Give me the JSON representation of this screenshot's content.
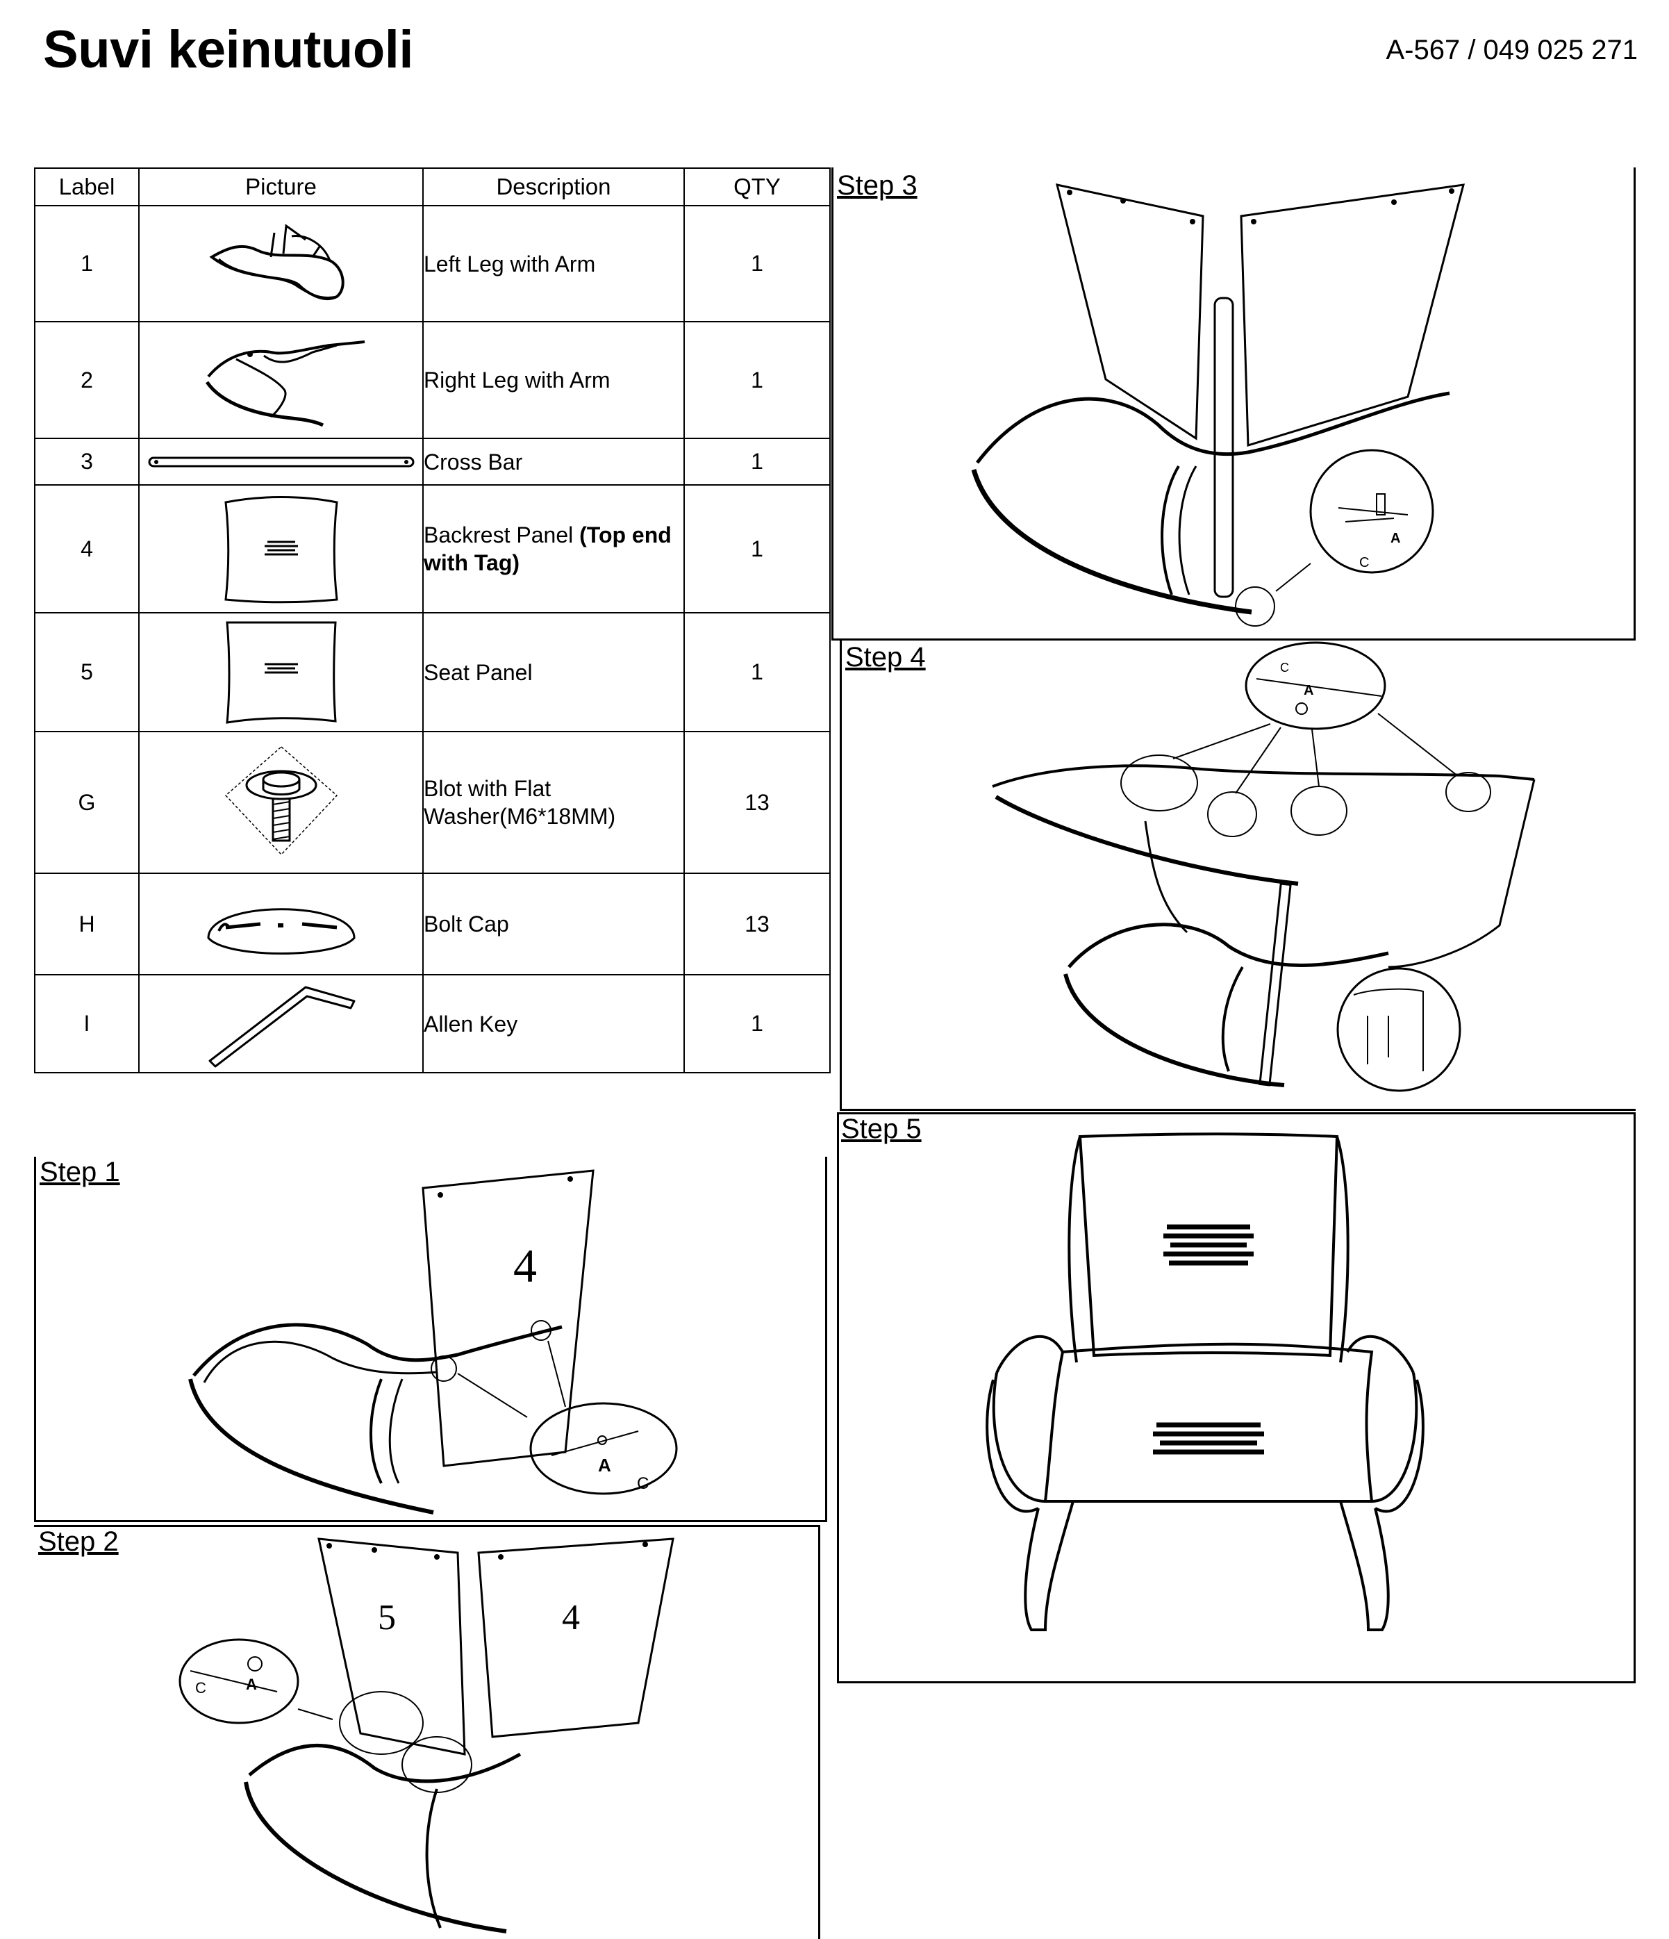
{
  "header": {
    "title": "Suvi keinutuoli",
    "doc_number": "A-567 / 049 025 271"
  },
  "parts_table": {
    "headers": {
      "label": "Label",
      "picture": "Picture",
      "description": "Description",
      "qty": "QTY"
    },
    "rows": [
      {
        "label": "1",
        "picture_icon": "left-leg-with-arm-icon",
        "description": "Left Leg with Arm",
        "qty": "1"
      },
      {
        "label": "2",
        "picture_icon": "right-leg-with-arm-icon",
        "description": "Right Leg with Arm",
        "qty": "1"
      },
      {
        "label": "3",
        "picture_icon": "cross-bar-icon",
        "description": "Cross Bar",
        "qty": "1"
      },
      {
        "label": "4",
        "picture_icon": "backrest-panel-icon",
        "description_a": "Backrest Panel ",
        "description_b": "(Top end with Tag)",
        "qty": "1"
      },
      {
        "label": "5",
        "picture_icon": "seat-panel-icon",
        "description": "Seat Panel",
        "qty": "1"
      },
      {
        "label": "G",
        "picture_icon": "bolt-with-washer-icon",
        "description_a": "Blot with Flat",
        "description_b": "Washer(M6*18MM)",
        "qty": "13"
      },
      {
        "label": "H",
        "picture_icon": "bolt-cap-icon",
        "description": "Bolt Cap",
        "qty": "13"
      },
      {
        "label": "I",
        "picture_icon": "allen-key-icon",
        "description": "Allen Key",
        "qty": "1"
      }
    ]
  },
  "steps": {
    "step1": {
      "title": "Step 1",
      "panel_number": "4",
      "callout_a": "A",
      "callout_c": "C"
    },
    "step2": {
      "title": "Step 2",
      "panel_left_number": "5",
      "panel_right_number": "4",
      "callout_a": "A",
      "callout_c": "C"
    },
    "step3": {
      "title": "Step 3",
      "callout_a": "A",
      "callout_c": "C"
    },
    "step4": {
      "title": "Step 4",
      "callout_a": "A",
      "callout_c": "C"
    },
    "step5": {
      "title": "Step 5"
    }
  }
}
